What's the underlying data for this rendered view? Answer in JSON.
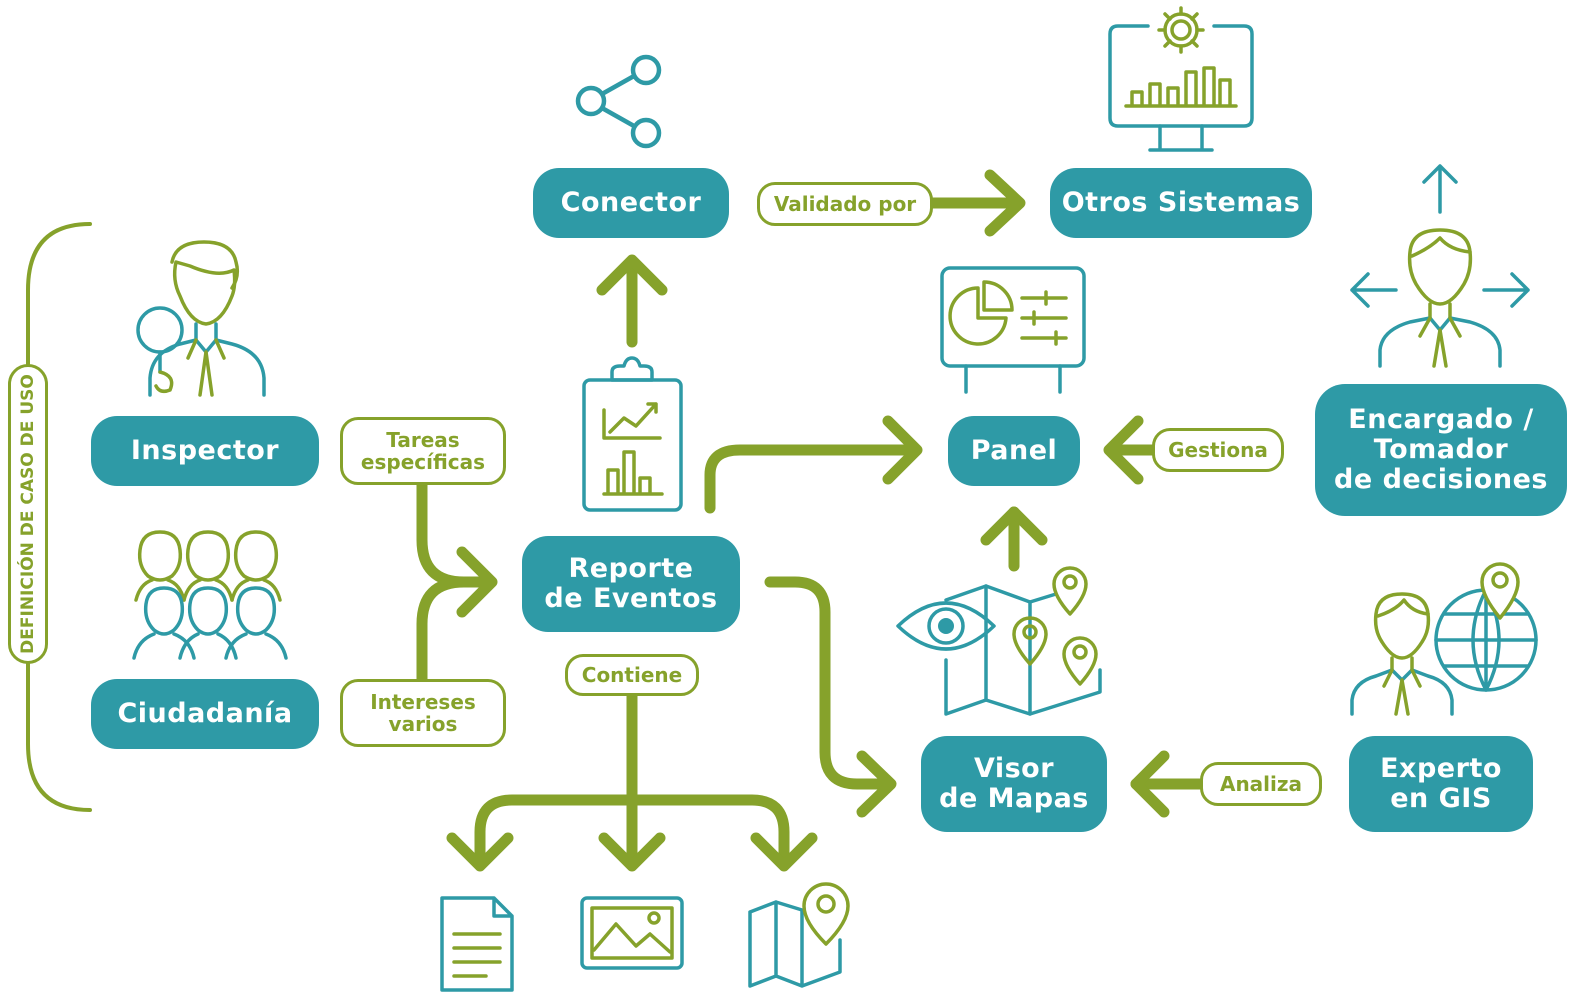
{
  "side_label": "DEFINICIÓN DE CASO DE USO",
  "nodes": {
    "inspector": "Inspector",
    "ciudadania": "Ciudadanía",
    "reporte": "Reporte\nde Eventos",
    "conector": "Conector",
    "otros_sistemas": "Otros Sistemas",
    "panel": "Panel",
    "visor": "Visor\nde Mapas",
    "encargado": "Encargado /\nTomador\nde decisiones",
    "experto": "Experto\nen GIS"
  },
  "edge_labels": {
    "tareas": "Tareas\nespecíficas",
    "intereses": "Intereses\nvarios",
    "contiene": "Contiene",
    "validado": "Validado por",
    "gestiona": "Gestiona",
    "analiza": "Analiza"
  },
  "colors": {
    "teal": "#2e9aa6",
    "green": "#86a22b",
    "white": "#ffffff"
  },
  "icons": [
    "inspector-person-magnifier-icon",
    "citizens-group-icon",
    "share-network-icon",
    "clipboard-chart-icon",
    "monitor-gear-chart-icon",
    "dashboard-monitor-icon",
    "manager-arrows-icon",
    "eye-map-pins-icon",
    "gis-expert-globe-icon",
    "document-icon",
    "image-icon",
    "map-pin-icon"
  ]
}
